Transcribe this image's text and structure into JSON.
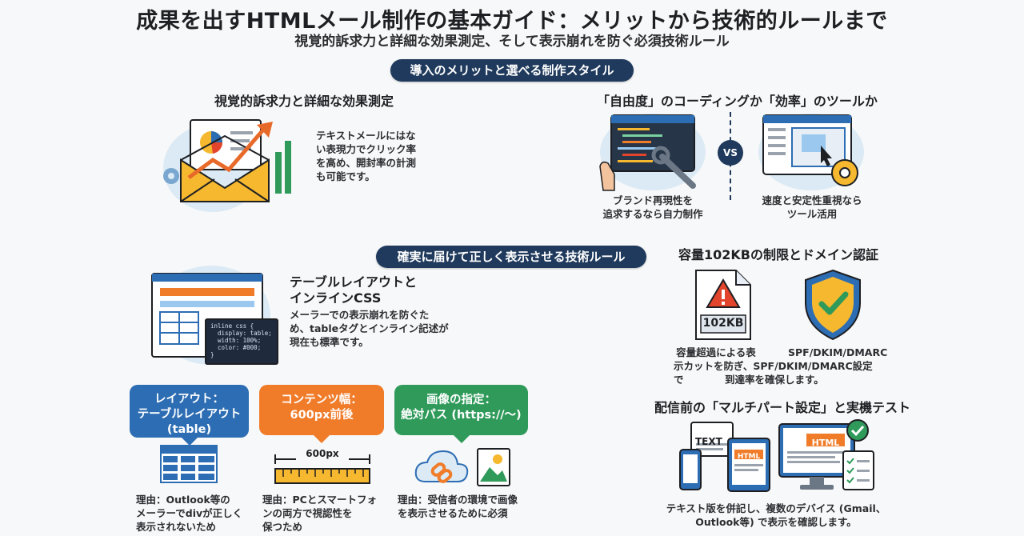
{
  "header": {
    "title": "成果を出すHTMLメール制作の基本ガイド：メリットから技術的ルールまで",
    "subtitle": "視覚的訴求力と詳細な効果測定、そして表示崩れを防ぐ必須技術ルール"
  },
  "section1": {
    "pill": "導入のメリットと選べる制作スタイル",
    "left": {
      "heading": "視覚的訴求力と詳細な効果測定",
      "lines": [
        "テキストメールにはな",
        "い表現力でクリック率",
        "を高め、開封率の計測",
        "も可能です。"
      ]
    },
    "right": {
      "heading": "「自由度」のコーディングか「効率」のツールか",
      "vs": "VS",
      "coding_caption": [
        "ブランド再現性を",
        "追求するなら自力制作"
      ],
      "tool_caption": [
        "速度と安定性重視なら",
        "ツール活用"
      ]
    }
  },
  "section2": {
    "pill": "確実に届けて正しく表示させる技術ルール",
    "table": {
      "heading": [
        "テーブルレイアウトと",
        "インラインCSS"
      ],
      "lines": [
        "メーラーでの表示崩れを防ぐた",
        "め、tableタグとインライン記述が",
        "現在も標準です。"
      ],
      "code_lines": [
        "inline css {",
        "  display: table;",
        "  width: 100%;",
        "  color: #000;",
        "}"
      ]
    },
    "callouts": [
      {
        "lines": [
          "レイアウト：",
          "テーブルレイアウト",
          "(table)"
        ],
        "reason": [
          "理由：Outlook等の",
          "メーラーでdivが正しく",
          "表示されないため"
        ]
      },
      {
        "lines": [
          "コンテンツ幅：",
          "600px前後"
        ],
        "ruler": "600px",
        "reason": [
          "理由：PCとスマートフォ",
          "ンの両方で視認性を",
          "保つため"
        ]
      },
      {
        "lines": [
          "画像の指定：",
          "絶対パス (https://〜)"
        ],
        "reason": [
          "理由：受信者の環境で画像",
          "を表示させるために必須"
        ]
      }
    ],
    "capacity": {
      "heading": "容量102KBの制限とドメイン認証",
      "file_label": "102KB",
      "left_caption": [
        "容量超過による表",
        "示カットを防ぎ、SPF/DKIM/DMARC設定で"
      ],
      "right_caption": "SPF/DKIM/DMARC",
      "bottom_caption": "到達率を確保します。"
    },
    "test": {
      "heading": "配信前の「マルチパート設定」と実機テスト",
      "text_label": "TEXT",
      "html_label_tablet": "HTML",
      "html_label_monitor": "HTML",
      "caption": [
        "テキスト版を併記し、複数のデバイス (Gmail、",
        "Outlook等) で表示を確認します。"
      ]
    }
  },
  "colors": {
    "navy": "#1f3a5c",
    "blue": "#2d6db3",
    "orange": "#f07c2a",
    "green": "#2f9a5a",
    "warning_red": "#e2452b",
    "gold": "#f5b82e"
  }
}
